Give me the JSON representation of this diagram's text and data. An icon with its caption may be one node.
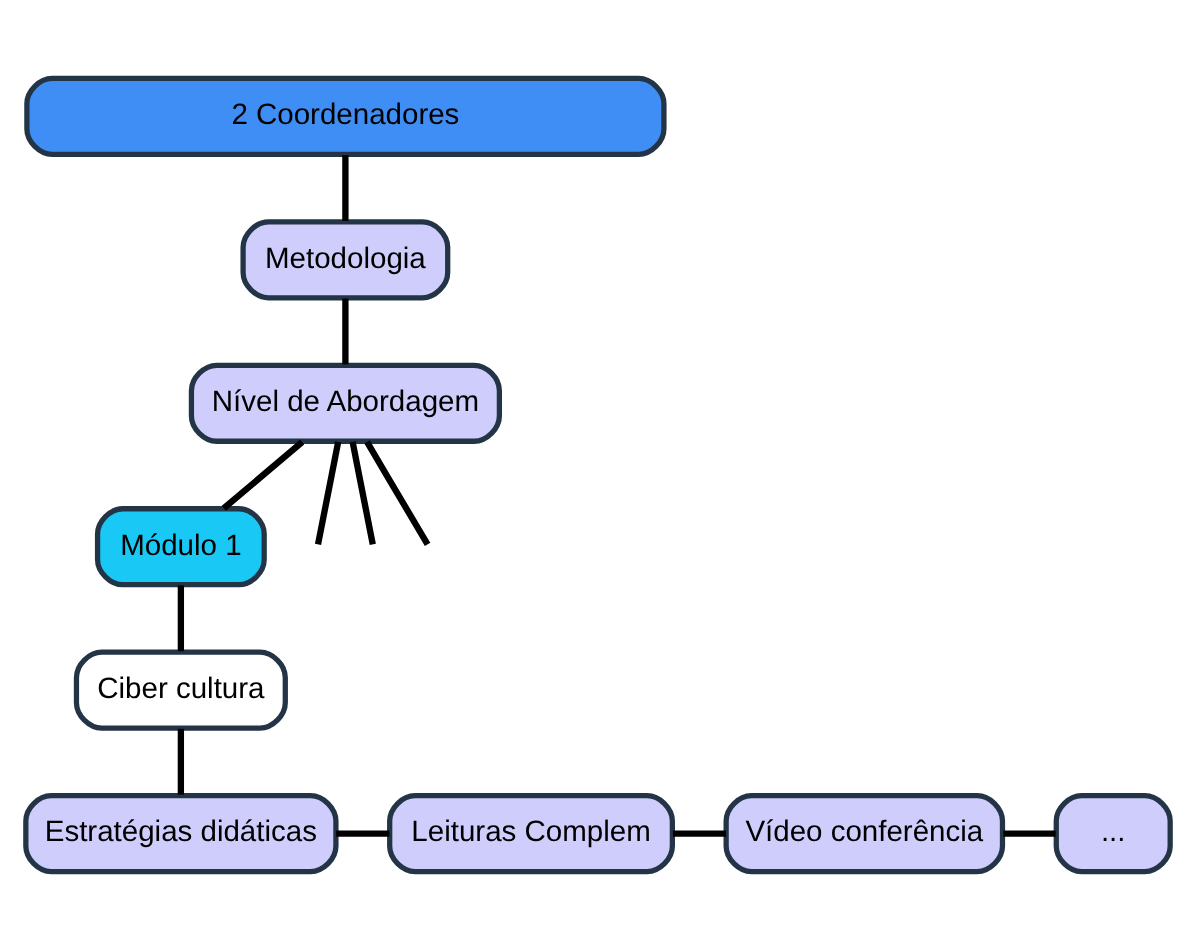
{
  "diagram": {
    "nodes": [
      {
        "text": [
          "2 Coordenadores"
        ]
      },
      {
        "text": [
          "Metodologia"
        ]
      },
      {
        "text": [
          "Nível de Abordagem"
        ]
      },
      {
        "text": [
          "Módulo 1"
        ]
      },
      {
        "text": [
          "Ciber cultura"
        ]
      },
      {
        "text": [
          "Estratégias didáticas"
        ]
      },
      {
        "text": [
          "Leituras Complem"
        ]
      },
      {
        "text": [
          "Vídeo conferência"
        ]
      },
      {
        "text": [
          "..."
        ]
      }
    ],
    "edges": [
      {
        "from": 0,
        "to": 1,
        "arrow": "none"
      },
      {
        "from": 1,
        "to": 2,
        "arrow": "none"
      },
      {
        "from": 2,
        "to": 3,
        "arrow": "none"
      },
      {
        "from": 2,
        "to": null,
        "arrow": "none"
      },
      {
        "from": 2,
        "to": null,
        "arrow": "none"
      },
      {
        "from": 2,
        "to": null,
        "arrow": "none"
      },
      {
        "from": 3,
        "to": 4,
        "arrow": "none"
      },
      {
        "from": 4,
        "to": 5,
        "arrow": "none"
      },
      {
        "from": 5,
        "to": 6,
        "arrow": "none"
      },
      {
        "from": 6,
        "to": 7,
        "arrow": "none"
      },
      {
        "from": 7,
        "to": 8,
        "arrow": "none"
      }
    ]
  }
}
